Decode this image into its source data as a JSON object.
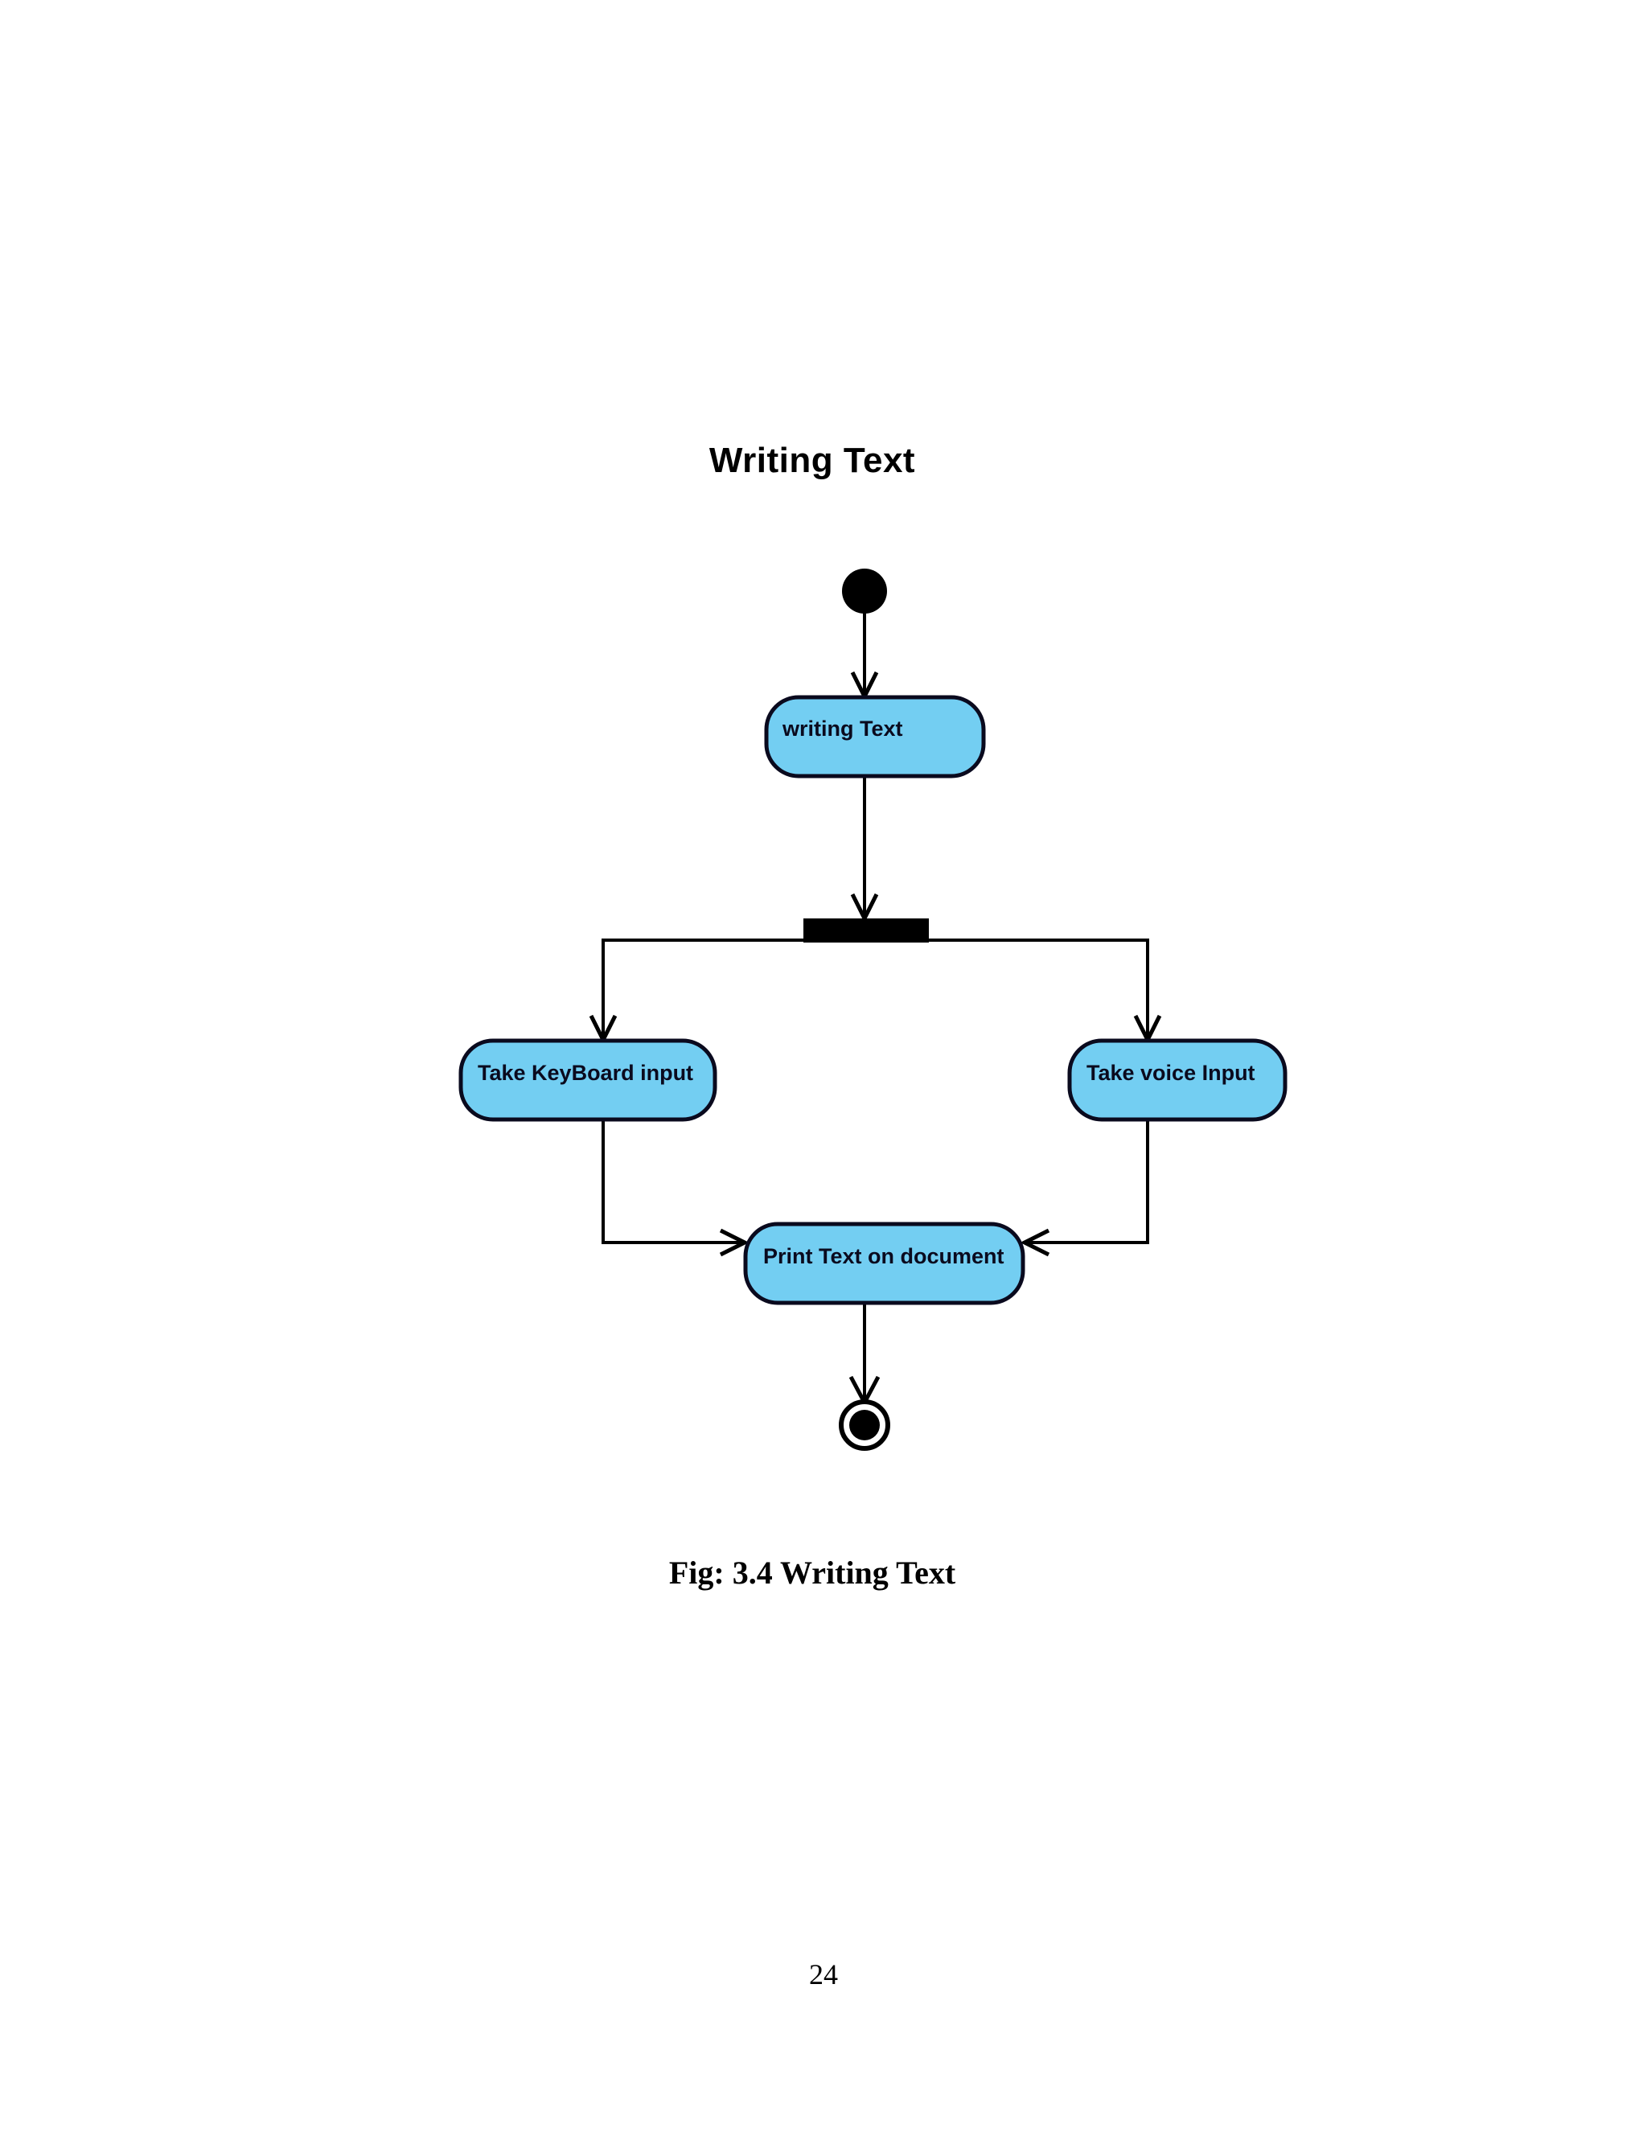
{
  "page": {
    "title": "Writing Text",
    "caption": "Fig: 3.4 Writing Text",
    "page_number": "24"
  },
  "diagram": {
    "type": "uml-activity-diagram",
    "colors": {
      "node_fill": "#73CEF2",
      "node_stroke": "#0a0a1e",
      "edge_stroke": "#000000",
      "control_node_fill": "#000000",
      "background": "#ffffff"
    },
    "nodes": [
      {
        "id": "start",
        "kind": "initial-node",
        "label": ""
      },
      {
        "id": "writing-text",
        "kind": "activity",
        "label": "writing Text"
      },
      {
        "id": "fork",
        "kind": "fork-bar",
        "label": ""
      },
      {
        "id": "take-keyboard-input",
        "kind": "activity",
        "label": "Take KeyBoard input"
      },
      {
        "id": "take-voice-input",
        "kind": "activity",
        "label": "Take voice Input"
      },
      {
        "id": "print-text-on-document",
        "kind": "activity",
        "label": "Print Text on document"
      },
      {
        "id": "end",
        "kind": "final-node",
        "label": ""
      }
    ],
    "edges": [
      {
        "from": "start",
        "to": "writing-text"
      },
      {
        "from": "writing-text",
        "to": "fork"
      },
      {
        "from": "fork",
        "to": "take-keyboard-input"
      },
      {
        "from": "fork",
        "to": "take-voice-input"
      },
      {
        "from": "take-keyboard-input",
        "to": "print-text-on-document"
      },
      {
        "from": "take-voice-input",
        "to": "print-text-on-document"
      },
      {
        "from": "print-text-on-document",
        "to": "end"
      }
    ]
  }
}
